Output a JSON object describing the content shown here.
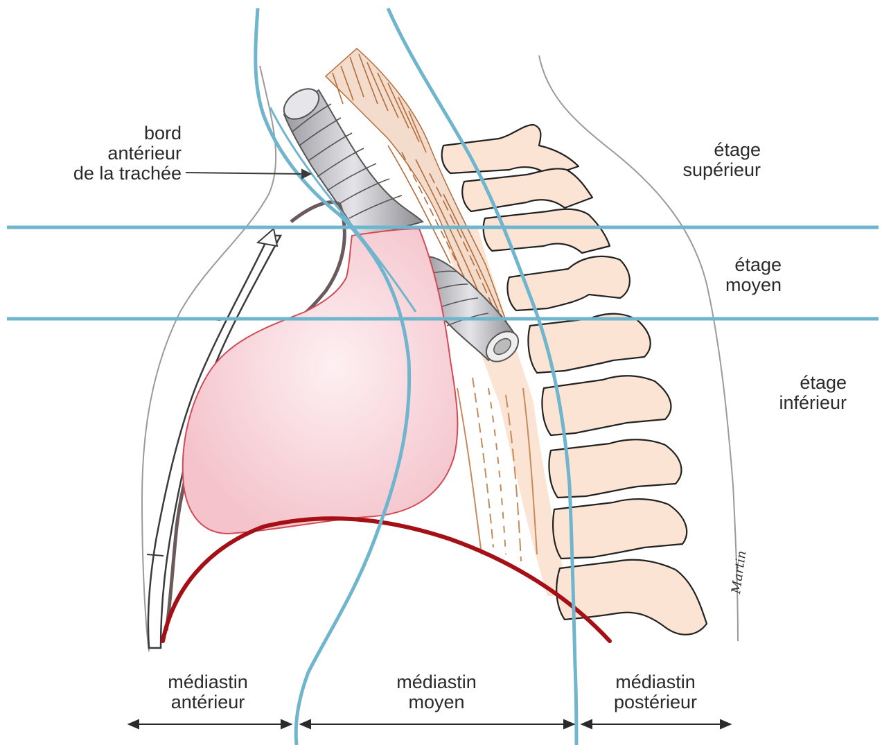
{
  "labels": {
    "trachea_border": [
      "bord",
      "antérieur",
      "de la trachée"
    ],
    "upper_level": [
      "étage",
      "supérieur"
    ],
    "middle_level": [
      "étage",
      "moyen"
    ],
    "lower_level": [
      "étage",
      "inférieur"
    ],
    "anterior_mediastinum": [
      "médiastin",
      "antérieur"
    ],
    "middle_mediastinum": [
      "médiastin",
      "moyen"
    ],
    "posterior_mediastinum": [
      "médiastin",
      "postérieur"
    ]
  },
  "signature": "Martin",
  "colors": {
    "division_lines": "#6fb5cd",
    "heart_fill": "#f6ccd2",
    "heart_outline": "#d24a55",
    "diaphragm": "#a50f16",
    "pericardium": "#6a5a5c",
    "vertebrae": "#fbe4d4",
    "muscle": "#b36b3a",
    "trachea": "#c8c8cc"
  }
}
